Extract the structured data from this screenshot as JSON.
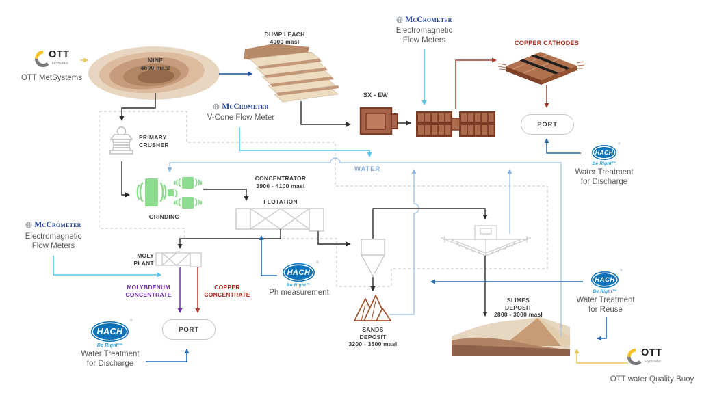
{
  "nodes": {
    "mine": {
      "name": "MINE",
      "elev": "4600 masl"
    },
    "dump_leach": {
      "name": "DUMP LEACH",
      "elev": "4000 masl"
    },
    "primary_crusher": {
      "l1": "PRIMARY",
      "l2": "CRUSHER"
    },
    "grinding": {
      "l1": "GRINDING"
    },
    "concentrator": {
      "l1": "CONCENTRATOR",
      "l2": "3900 - 4100 masl"
    },
    "flotation": {
      "l1": "FLOTATION"
    },
    "moly_plant": {
      "l1": "MOLY",
      "l2": "PLANT"
    },
    "sx_ew": {
      "l1": "SX - EW"
    },
    "copper_cathodes": {
      "l1": "COPPER CATHODES"
    },
    "port_top": {
      "l1": "PORT"
    },
    "port_bottom": {
      "l1": "PORT"
    },
    "water": {
      "l1": "WATER"
    },
    "moly_concentrate": {
      "l1": "MOLYBDENUM",
      "l2": "CONCENTRATE"
    },
    "copper_concentrate": {
      "l1": "COPPER",
      "l2": "CONCENTRATE"
    },
    "sands_deposit": {
      "l1": "SANDS",
      "l2": "DEPOSIT",
      "l3": "3200 - 3600 masl"
    },
    "slimes_deposit": {
      "l1": "SLIMES",
      "l2": "DEPOSIT",
      "l3": "2800 - 3000 masl"
    }
  },
  "brands": {
    "ott": {
      "wordmark": "OTT",
      "sub": "HydroMet"
    },
    "mccrometer": {
      "wordmark": "McCrometer"
    },
    "hach": {
      "wordmark": "HACH",
      "tagline": "Be Right™",
      "reg": "®"
    }
  },
  "annotations": {
    "ott_metsystems": {
      "text": "OTT MetSystems"
    },
    "em_flow_top": {
      "l1": "Electromagnetic",
      "l2": "Flow Meters"
    },
    "vcone": {
      "text": "V-Cone Flow Meter"
    },
    "em_flow_left": {
      "l1": "Electromagnetic",
      "l2": "Flow Meters"
    },
    "wt_discharge_right": {
      "l1": "Water Treatment",
      "l2": "for Discharge"
    },
    "ph": {
      "text": "Ph measurement"
    },
    "wt_discharge_bottom": {
      "l1": "Water Treatment",
      "l2": "for Discharge"
    },
    "wt_reuse": {
      "l1": "Water Treatment",
      "l2": "for Reuse"
    },
    "ott_buoy": {
      "text": "OTT water Quality Buoy"
    }
  },
  "colors": {
    "copper_red": "#b02318",
    "molybdenum_purple": "#6f2da8",
    "instrument_cyan": "#56c3e9",
    "water_blue": "#a6c6e8",
    "hach_blue": "#0e72b9",
    "treatment_line_blue": "#2668b2",
    "ott_yellow": "#f0c24b",
    "mccrometer_blue": "#24449c"
  }
}
